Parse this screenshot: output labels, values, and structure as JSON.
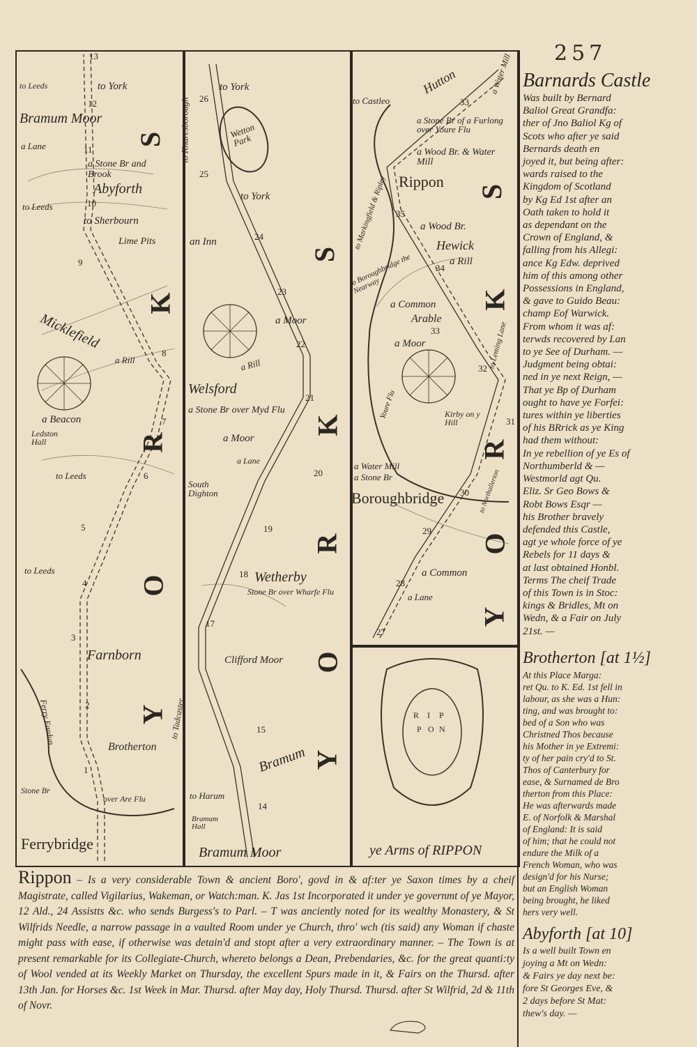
{
  "page_number": "257",
  "colors": {
    "paper": "#ece0c6",
    "ink": "#2b2620"
  },
  "strip1": {
    "county_letters": [
      "S",
      "K",
      "R",
      "O",
      "Y"
    ],
    "milestones": [
      "13",
      "12",
      "11",
      "10",
      "9",
      "8",
      "7",
      "6",
      "5",
      "4",
      "3",
      "2",
      "1"
    ],
    "labels": [
      "to Leeds",
      "to York",
      "Bramum Moor",
      "a Lane",
      "a Stone Br and Brook",
      "Abyforth",
      "to Leeds",
      "to Sherbourn",
      "Lime Pits",
      "Micklefield",
      "a Rill",
      "a Beacon",
      "Ledston Hall",
      "to Leeds",
      "to Leeds",
      "Farnborn",
      "Brotherton",
      "Ferry Fardun",
      "Stone Br",
      "over Are Flu",
      "Ferrybridge"
    ]
  },
  "strip2": {
    "county_letters": [
      "S",
      "K",
      "R",
      "O",
      "Y"
    ],
    "milestones": [
      "26",
      "25",
      "24",
      "23",
      "22",
      "21",
      "20",
      "19",
      "18",
      "17",
      "15",
      "14"
    ],
    "labels": [
      "to York",
      "to Knaresborough",
      "Wetton Park",
      "to York",
      "an Inn",
      "a Moor",
      "a Rill",
      "Welsford",
      "a Stone Br over Myd Flu",
      "a Moor",
      "a Lane",
      "South Dighton",
      "Wetherby",
      "Stone Br over Wharfe Flu",
      "Clifford Moor",
      "to Tadcaster",
      "Bramum",
      "to Harum",
      "Bramum Hall",
      "Bramum Moor"
    ]
  },
  "strip3": {
    "county_letters": [
      "S",
      "K",
      "R",
      "O",
      "Y"
    ],
    "milestones": [
      "33",
      "35",
      "34",
      "33",
      "32",
      "31",
      "30",
      "29",
      "28",
      "27"
    ],
    "labels": [
      "to Castleo",
      "Hutton",
      "a Water Mill",
      "a Stone Br of a Furlong over Youre Flu",
      "a Wood Br. & Water Mill",
      "Rippon",
      "to Markingfield & Ripley",
      "a Wood Br.",
      "Hewick",
      "a Rill",
      "to Boroughbridge the Nearway",
      "a Common",
      "Arable",
      "a Moor",
      "to Leming Lane",
      "Youre Flu",
      "Kirby on y Hill",
      "a Water Mill",
      "a Stone Br",
      "Boroughbridge",
      "to Northallerton",
      "a Common",
      "a Lane"
    ]
  },
  "cartouche": {
    "shield_letters": [
      "R",
      "I",
      "P",
      "P",
      "O",
      "N"
    ],
    "caption": "ye Arms of RIPPON"
  },
  "right_column": {
    "barnards_castle": {
      "title": "Barnards Castle",
      "lines": [
        "Was built by Bernard",
        "Baliol Great Grandfa:",
        "ther of Jno Baliol Kg of",
        "Scots who after ye said",
        "Bernards death en",
        "joyed it, but being after:",
        "wards raised to the",
        "Kingdom of Scotland",
        "by Kg Ed 1st after an",
        "Oath taken to hold it",
        "as dependant on the",
        "Crown of England, &",
        "falling from his Allegi:",
        "ance Kg Edw. deprived",
        "him of this among other",
        "Possessions in England,",
        "& gave to Guido Beau:",
        "champ Eof Warwick.",
        "From whom it was af:",
        "terwds recovered by Lan",
        "to ye See of Durham. —",
        "Judgment being obtai:",
        "ned in ye next Reign, —",
        "That ye Bp of Durham",
        "ought to have ye Forfei:",
        "tures within ye liberties",
        "of his BRrick as ye King",
        "had them without:",
        "In ye rebellion of ye Es of",
        "Northumberld & —",
        "Westmorld agt Qu.",
        "Eliz. Sr Geo Bows &",
        "Robt Bows Esqr —",
        "his Brother bravely",
        "defended this Castle,",
        "agt ye whole force of ye",
        "Rebels for 11 days &",
        "at last obtained Honbl.",
        "Terms The cheif Trade",
        "of this Town is in Stoc:",
        "kings & Bridles, Mt on",
        "Wedn, & a Fair on July",
        "21st. —"
      ]
    },
    "brotherton": {
      "title": "Brotherton [at 1½]",
      "lines": [
        "At this Place Marga:",
        "ret Qu. to K. Ed. 1st fell in",
        "labour, as she was a Hun:",
        "ting, and was brought to:",
        "bed of a Son who was",
        "Christned Thos because",
        "his Mother in ye Extremi:",
        "ty of her pain cry'd to St.",
        "Thos of Canterbury for",
        "ease, & Surnamed de Bro",
        "therton from this Place:",
        "He was afterwards made",
        "E. of Norfolk & Marshal",
        "of England: It is said",
        "of him; that he could not",
        "endure the Milk of a",
        "French Woman, who was",
        "design'd for his Nurse;",
        "but an English Woman",
        "being brought, he liked",
        "hers very well."
      ]
    },
    "abyforth": {
      "title": "Abyforth [at 10]",
      "lines": [
        "Is a well built Town en",
        "joying a Mt on Wedn:",
        "& Fairs ye day next be:",
        "fore St Georges Eve, &",
        "2 days before St Mat:",
        "thew's day. —"
      ]
    }
  },
  "bottom_text": {
    "heading": "Rippon",
    "body": "– Is a very considerable Town & ancient Boro', govd in & af:ter ye Saxon times by a cheif Magistrate, called Vigilarius, Wakeman, or Watch:man. K. Jas 1st Incorporated it under ye governmt of ye Mayor, 12 Ald., 24 Assistts &c. who sends Burgess's to Parl. – T was anciently noted for its wealthy Monastery, & St Wilfrids Needle, a narrow passage in a vaulted Room under ye Church, thro' wch (tis said) any Woman if chaste might pass with ease, if otherwise was detain'd and stopt after a very extraordinary manner. – The Town is at present remarkable for its Collegiate-Church, whereto belongs a Dean, Prebendaries, &c. for the great quanti:ty of Wool vended at its Weekly Market on Thursday, the excellent Spurs made in it, & Fairs on the Thursd. after 13th Jan. for Horses &c. 1st Week in Mar. Thursd. after May day, Holy Thursd. Thursd. after St Wilfrid, 2d & 11th of Novr."
  }
}
